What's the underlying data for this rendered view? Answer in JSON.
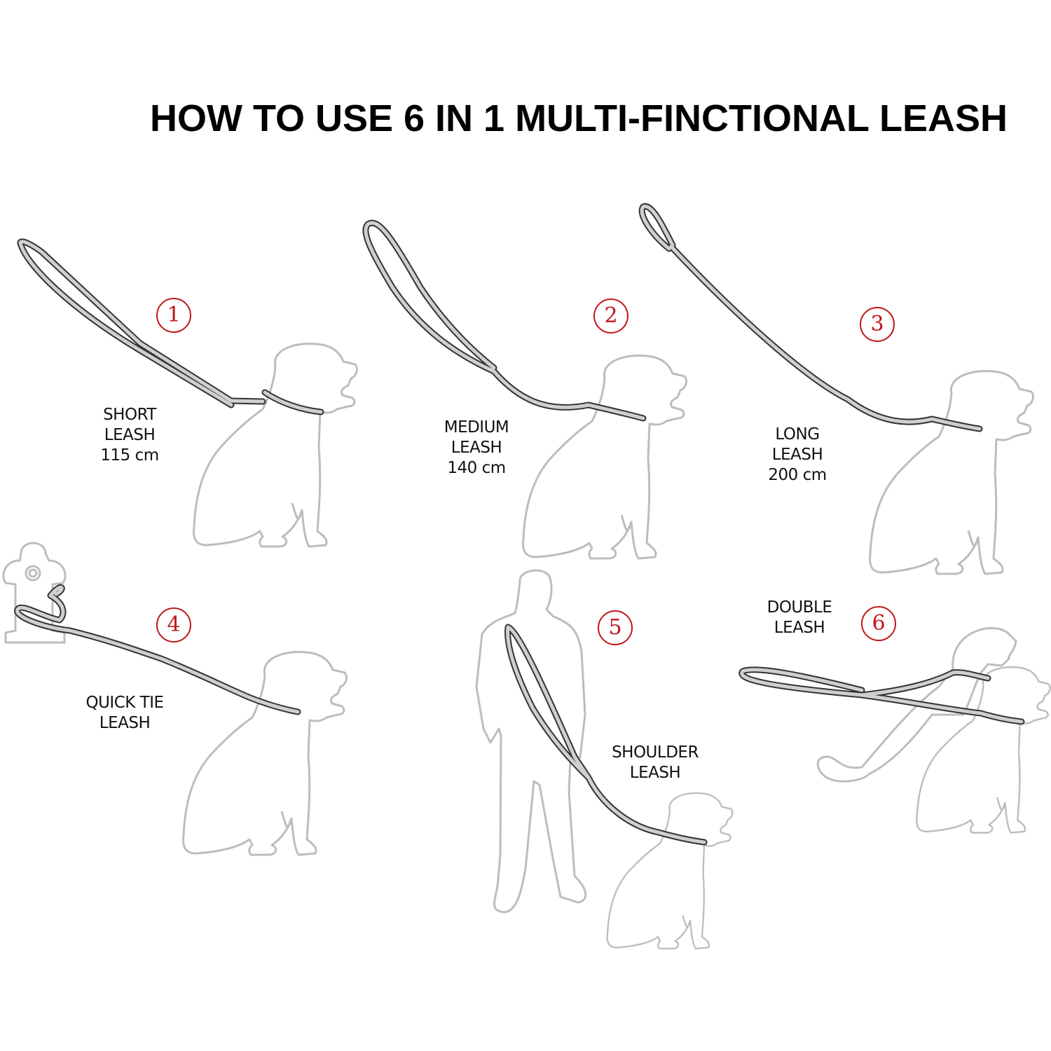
{
  "title": "HOW TO USE 6 IN 1 MULTI-FINCTIONAL LEASH",
  "colors": {
    "accent": "#c0161b",
    "outline": "#bdbdbd",
    "leash_edge": "#333333",
    "leash_fill": "#cfcfcf"
  },
  "modes": [
    {
      "number": "1",
      "lines": [
        "SHORT",
        "LEASH",
        "115 cm"
      ]
    },
    {
      "number": "2",
      "lines": [
        "MEDIUM",
        "LEASH",
        "140 cm"
      ]
    },
    {
      "number": "3",
      "lines": [
        "LONG",
        "LEASH",
        "200 cm"
      ]
    },
    {
      "number": "4",
      "lines": [
        "QUICK TIE",
        "LEASH"
      ]
    },
    {
      "number": "5",
      "lines": [
        "SHOULDER",
        "LEASH"
      ]
    },
    {
      "number": "6",
      "lines": [
        "DOUBLE",
        "LEASH"
      ]
    }
  ]
}
